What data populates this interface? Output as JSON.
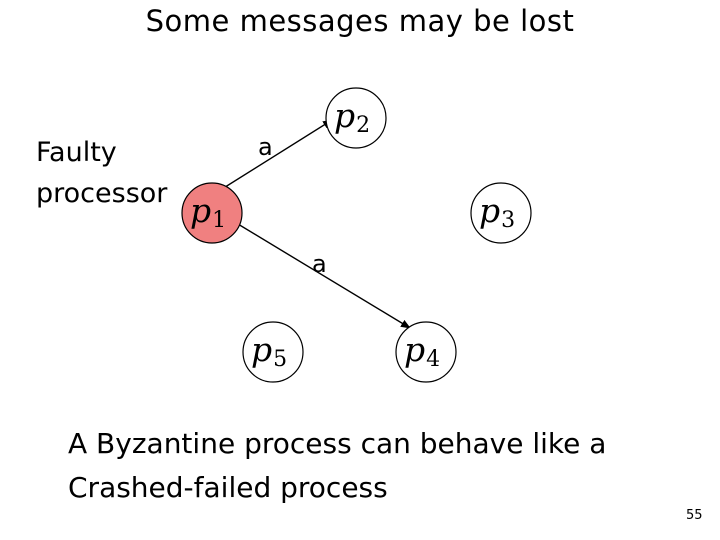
{
  "title": "Some messages may be lost",
  "faulty_label": {
    "line1": "Faulty",
    "line2": "processor"
  },
  "nodes": [
    {
      "symbol": "p",
      "index": "1",
      "faulty": true
    },
    {
      "symbol": "p",
      "index": "2",
      "faulty": false
    },
    {
      "symbol": "p",
      "index": "3",
      "faulty": false
    },
    {
      "symbol": "p",
      "index": "4",
      "faulty": false
    },
    {
      "symbol": "p",
      "index": "5",
      "faulty": false
    }
  ],
  "messages": [
    {
      "label": "a",
      "from": "p1",
      "to": "p2"
    },
    {
      "label": "a",
      "from": "p1",
      "to": "p4"
    }
  ],
  "caption": {
    "line1": "A Byzantine process can behave like a",
    "line2": "Crashed-failed process"
  },
  "page_number": "55",
  "colors": {
    "faulty_fill": "#f08080",
    "background": "#ffffff",
    "stroke": "#000000"
  }
}
